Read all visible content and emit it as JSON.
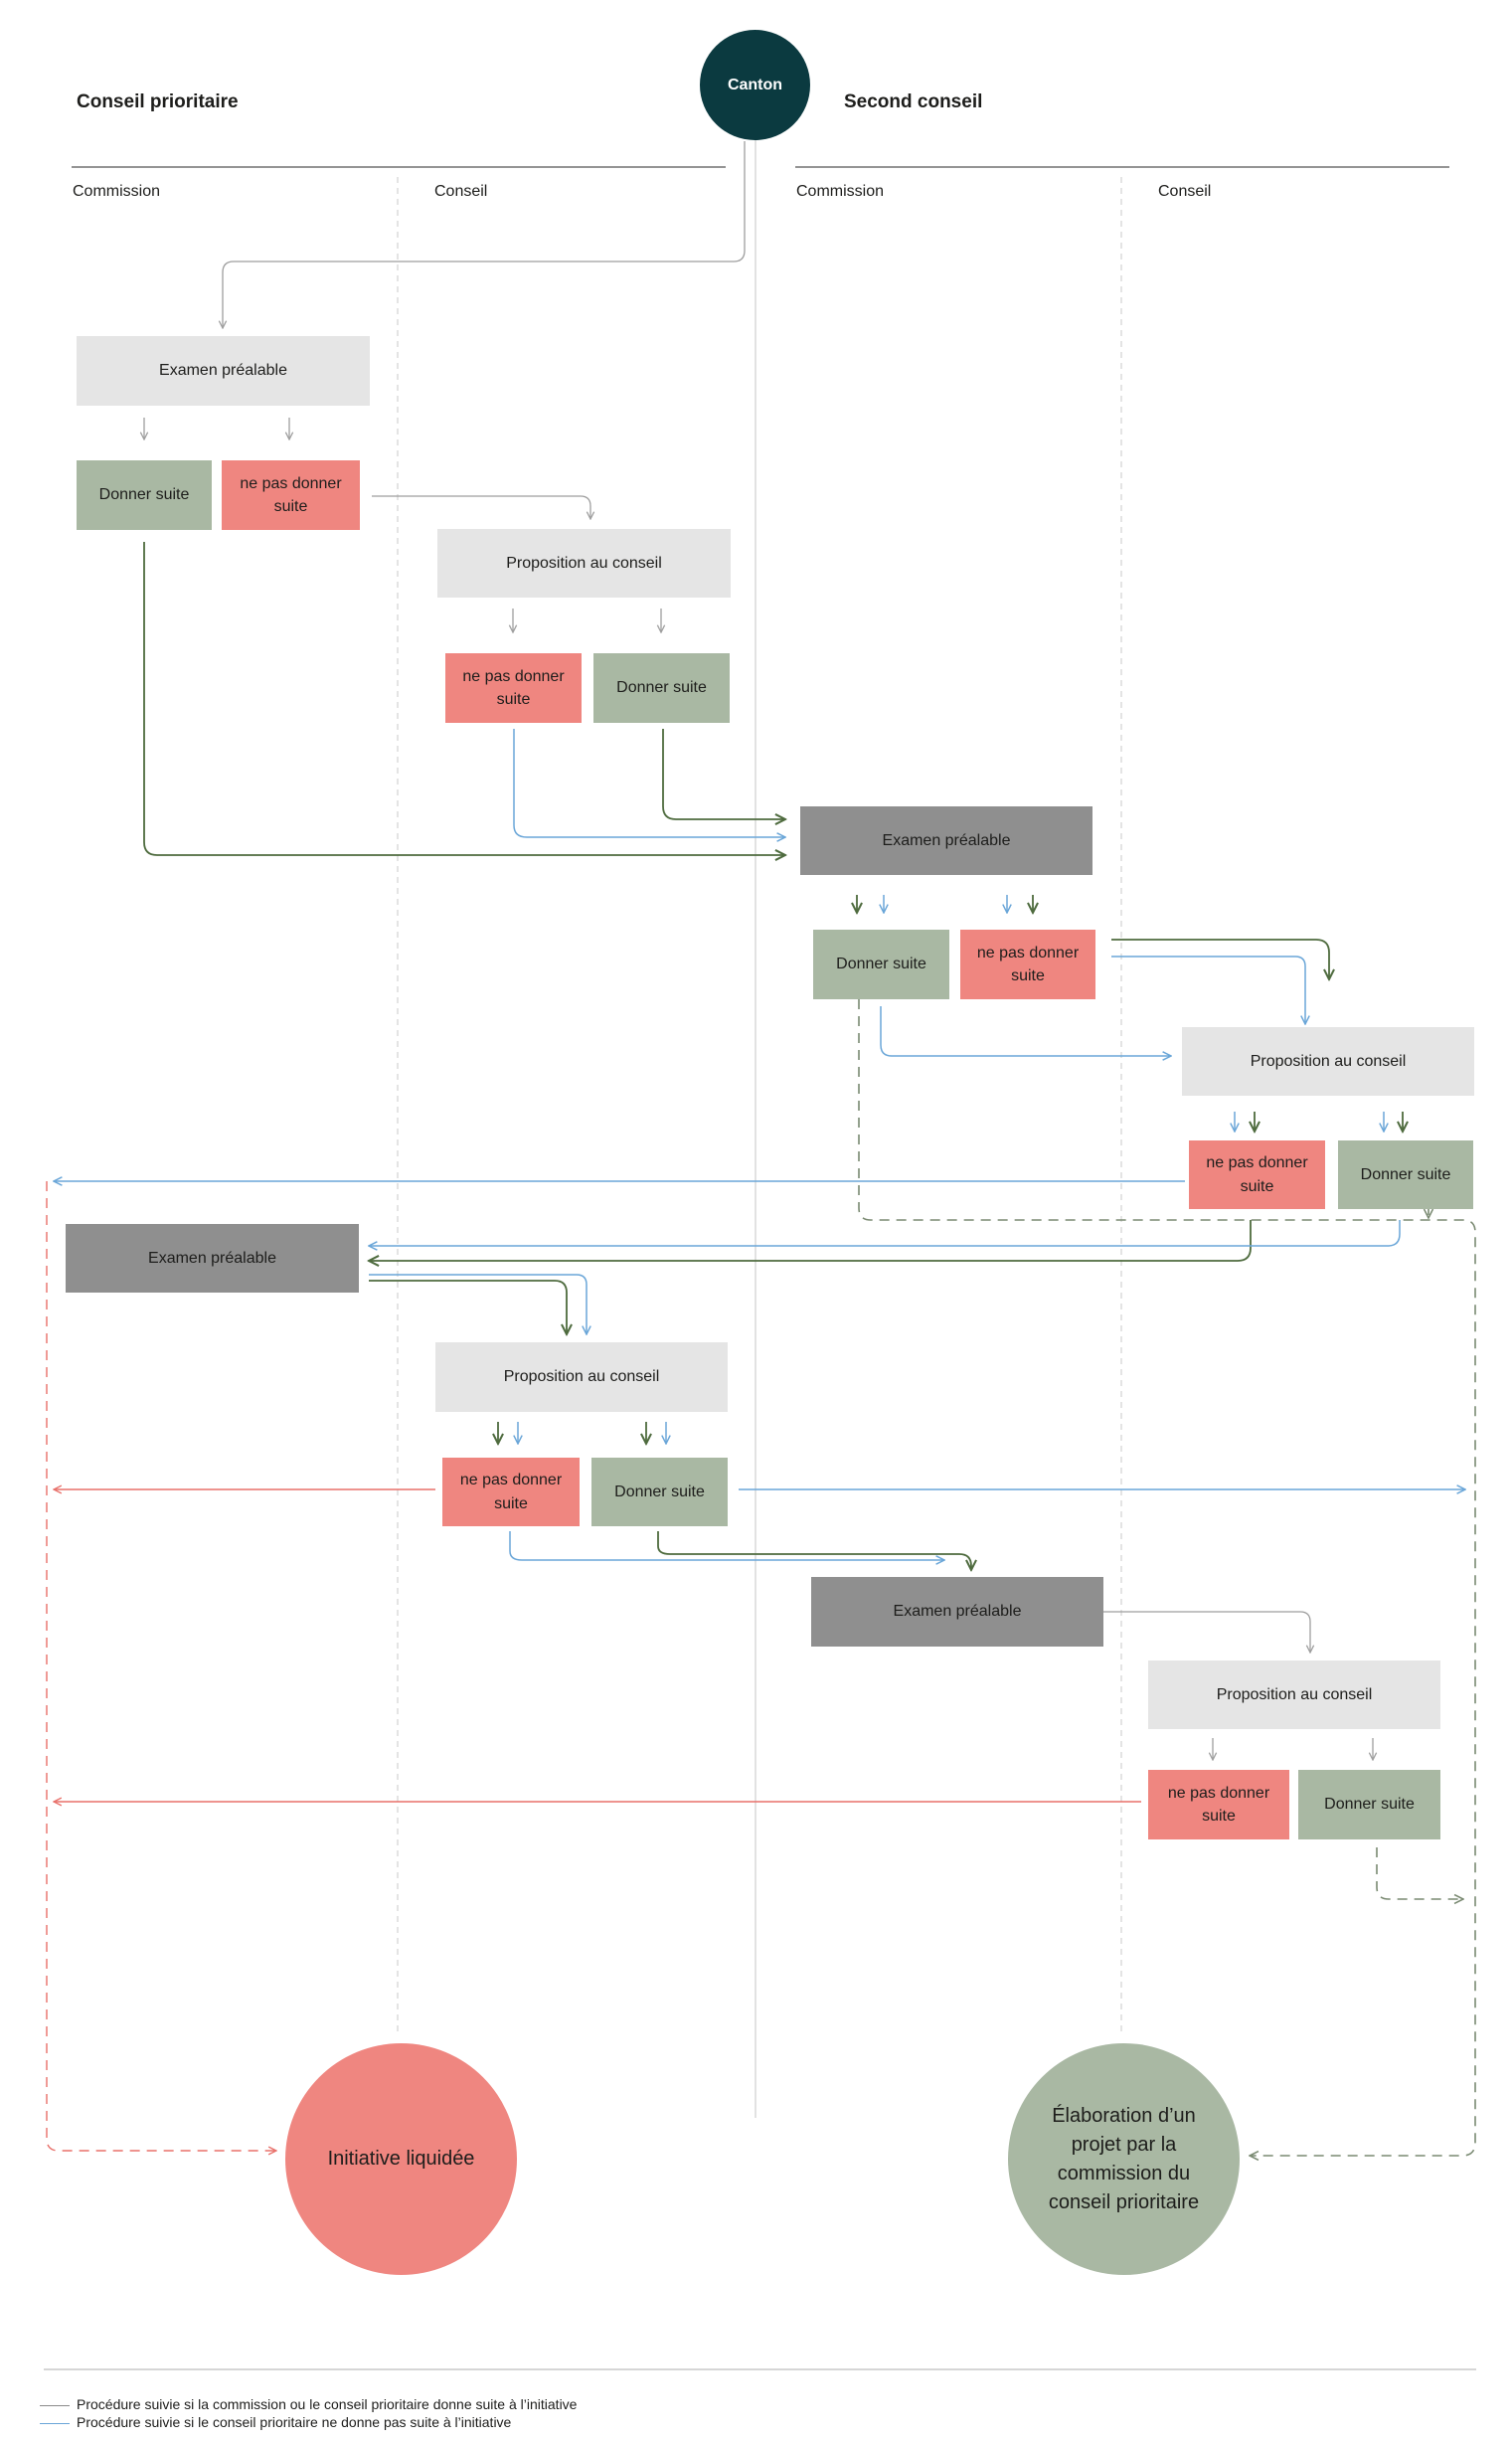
{
  "canton": "Canton",
  "headers": {
    "left_title": "Conseil prioritaire",
    "right_title": "Second conseil",
    "left_commission": "Commission",
    "left_conseil": "Conseil",
    "right_commission": "Commission",
    "right_conseil": "Conseil"
  },
  "boxes": {
    "examen_1": "Examen préalable",
    "donner_1": "Donner suite",
    "nepas_1": "ne pas donner suite",
    "prop_1": "Proposition au conseil",
    "nepas_2": "ne pas donner suite",
    "donner_2": "Donner suite",
    "examen_2": "Examen préalable",
    "donner_3": "Donner suite",
    "nepas_3": "ne pas donner suite",
    "prop_2": "Proposition au conseil",
    "nepas_4": "ne pas donner suite",
    "donner_4": "Donner suite",
    "examen_3": "Examen préalable",
    "prop_3": "Proposition au conseil",
    "nepas_5": "ne pas donner suite",
    "donner_5": "Donner suite",
    "examen_4": "Examen préalable",
    "prop_4": "Proposition au conseil",
    "nepas_6": "ne pas donner suite",
    "donner_6": "Donner suite"
  },
  "outcomes": {
    "liquidee": "Initiative liquidée",
    "elaboration": "Élaboration d’un projet par la commission du conseil prioritaire"
  },
  "legend": [
    {
      "text": "Procédure suivie si la commission ou le conseil prioritaire donne suite à l’initiative",
      "color": "#5a7a4a"
    },
    {
      "text": "Procédure suivie si le conseil prioritaire ne donne pas suite à l’initiative",
      "color": "#6aa6d8"
    }
  ],
  "colors": {
    "green_path": "#4e6b3e",
    "blue_path": "#6aa6d8",
    "red_path": "#e8706a",
    "grey_path": "#9e9e9e",
    "box_light": "#e5e5e5",
    "box_dark": "#8f8f8f",
    "yes_box": "#a9b8a3",
    "no_box": "#ef8680",
    "canton_circle": "#0b3a40"
  }
}
